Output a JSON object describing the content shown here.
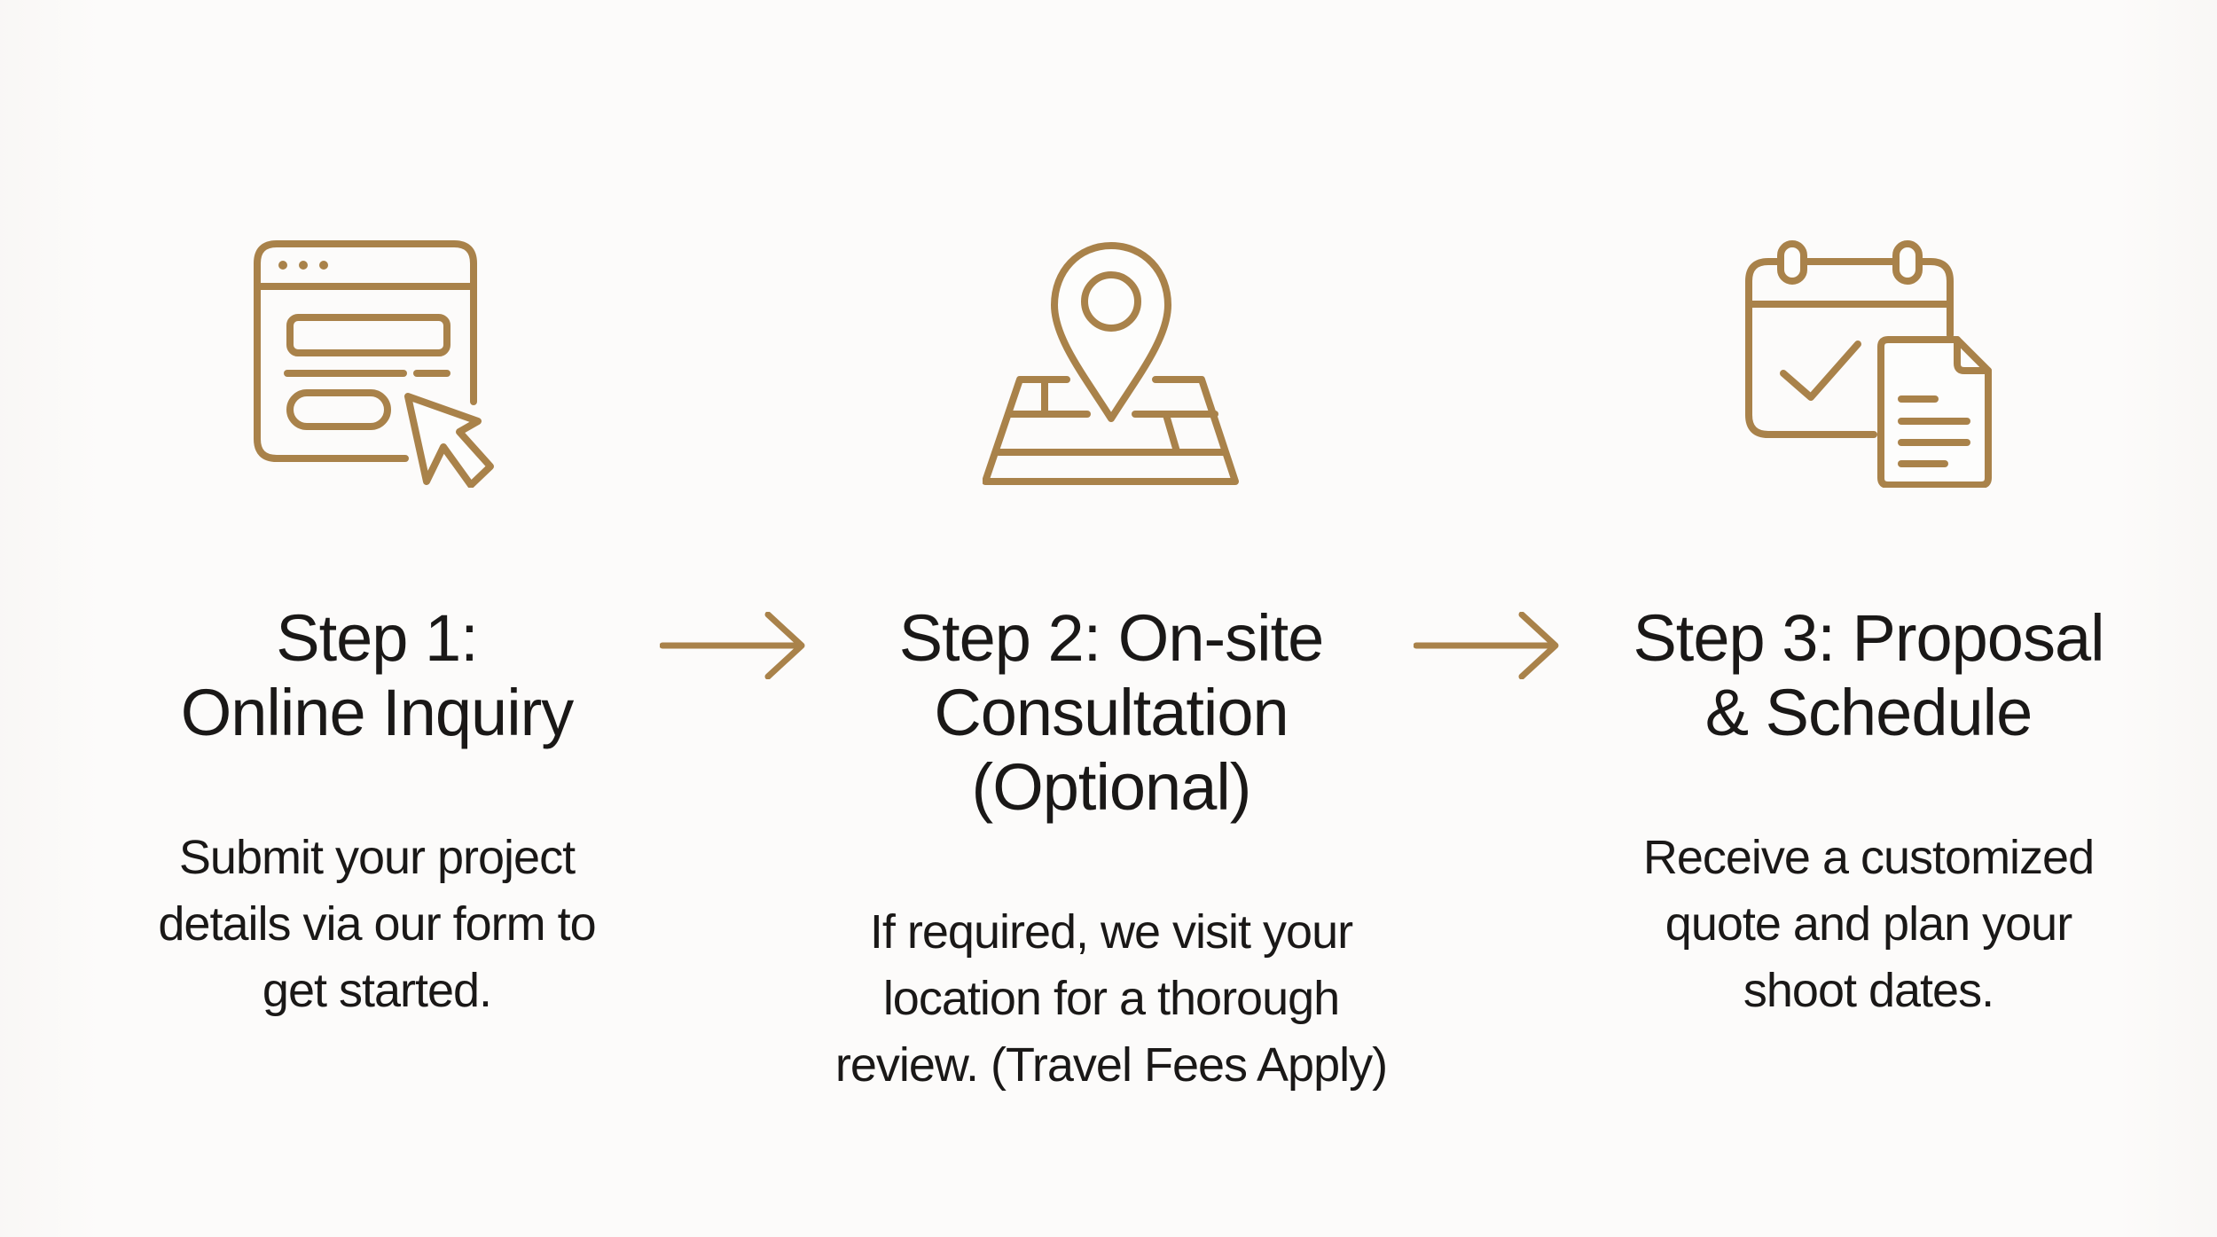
{
  "page": {
    "background": "#fcfbfa",
    "accent_gold": "#a9824a",
    "text_color": "#1a1817"
  },
  "steps": [
    {
      "icon": "browser-form-icon",
      "title_lines": [
        "Step 1:",
        "Online Inquiry"
      ],
      "desc_lines": [
        "Submit your project",
        "details via our form to",
        "get started."
      ]
    },
    {
      "icon": "map-pin-icon",
      "title_lines": [
        "Step 2: On-site",
        "Consultation",
        "(Optional)"
      ],
      "desc_lines": [
        "If required, we visit your",
        "location for a thorough",
        "review. (Travel Fees Apply)"
      ]
    },
    {
      "icon": "calendar-document-icon",
      "title_lines": [
        "Step 3: Proposal",
        "& Schedule"
      ],
      "desc_lines": [
        "Receive a customized",
        "quote and plan your",
        "shoot dates."
      ]
    }
  ],
  "arrows": [
    {
      "icon": "arrow-right-icon"
    },
    {
      "icon": "arrow-right-icon"
    }
  ]
}
